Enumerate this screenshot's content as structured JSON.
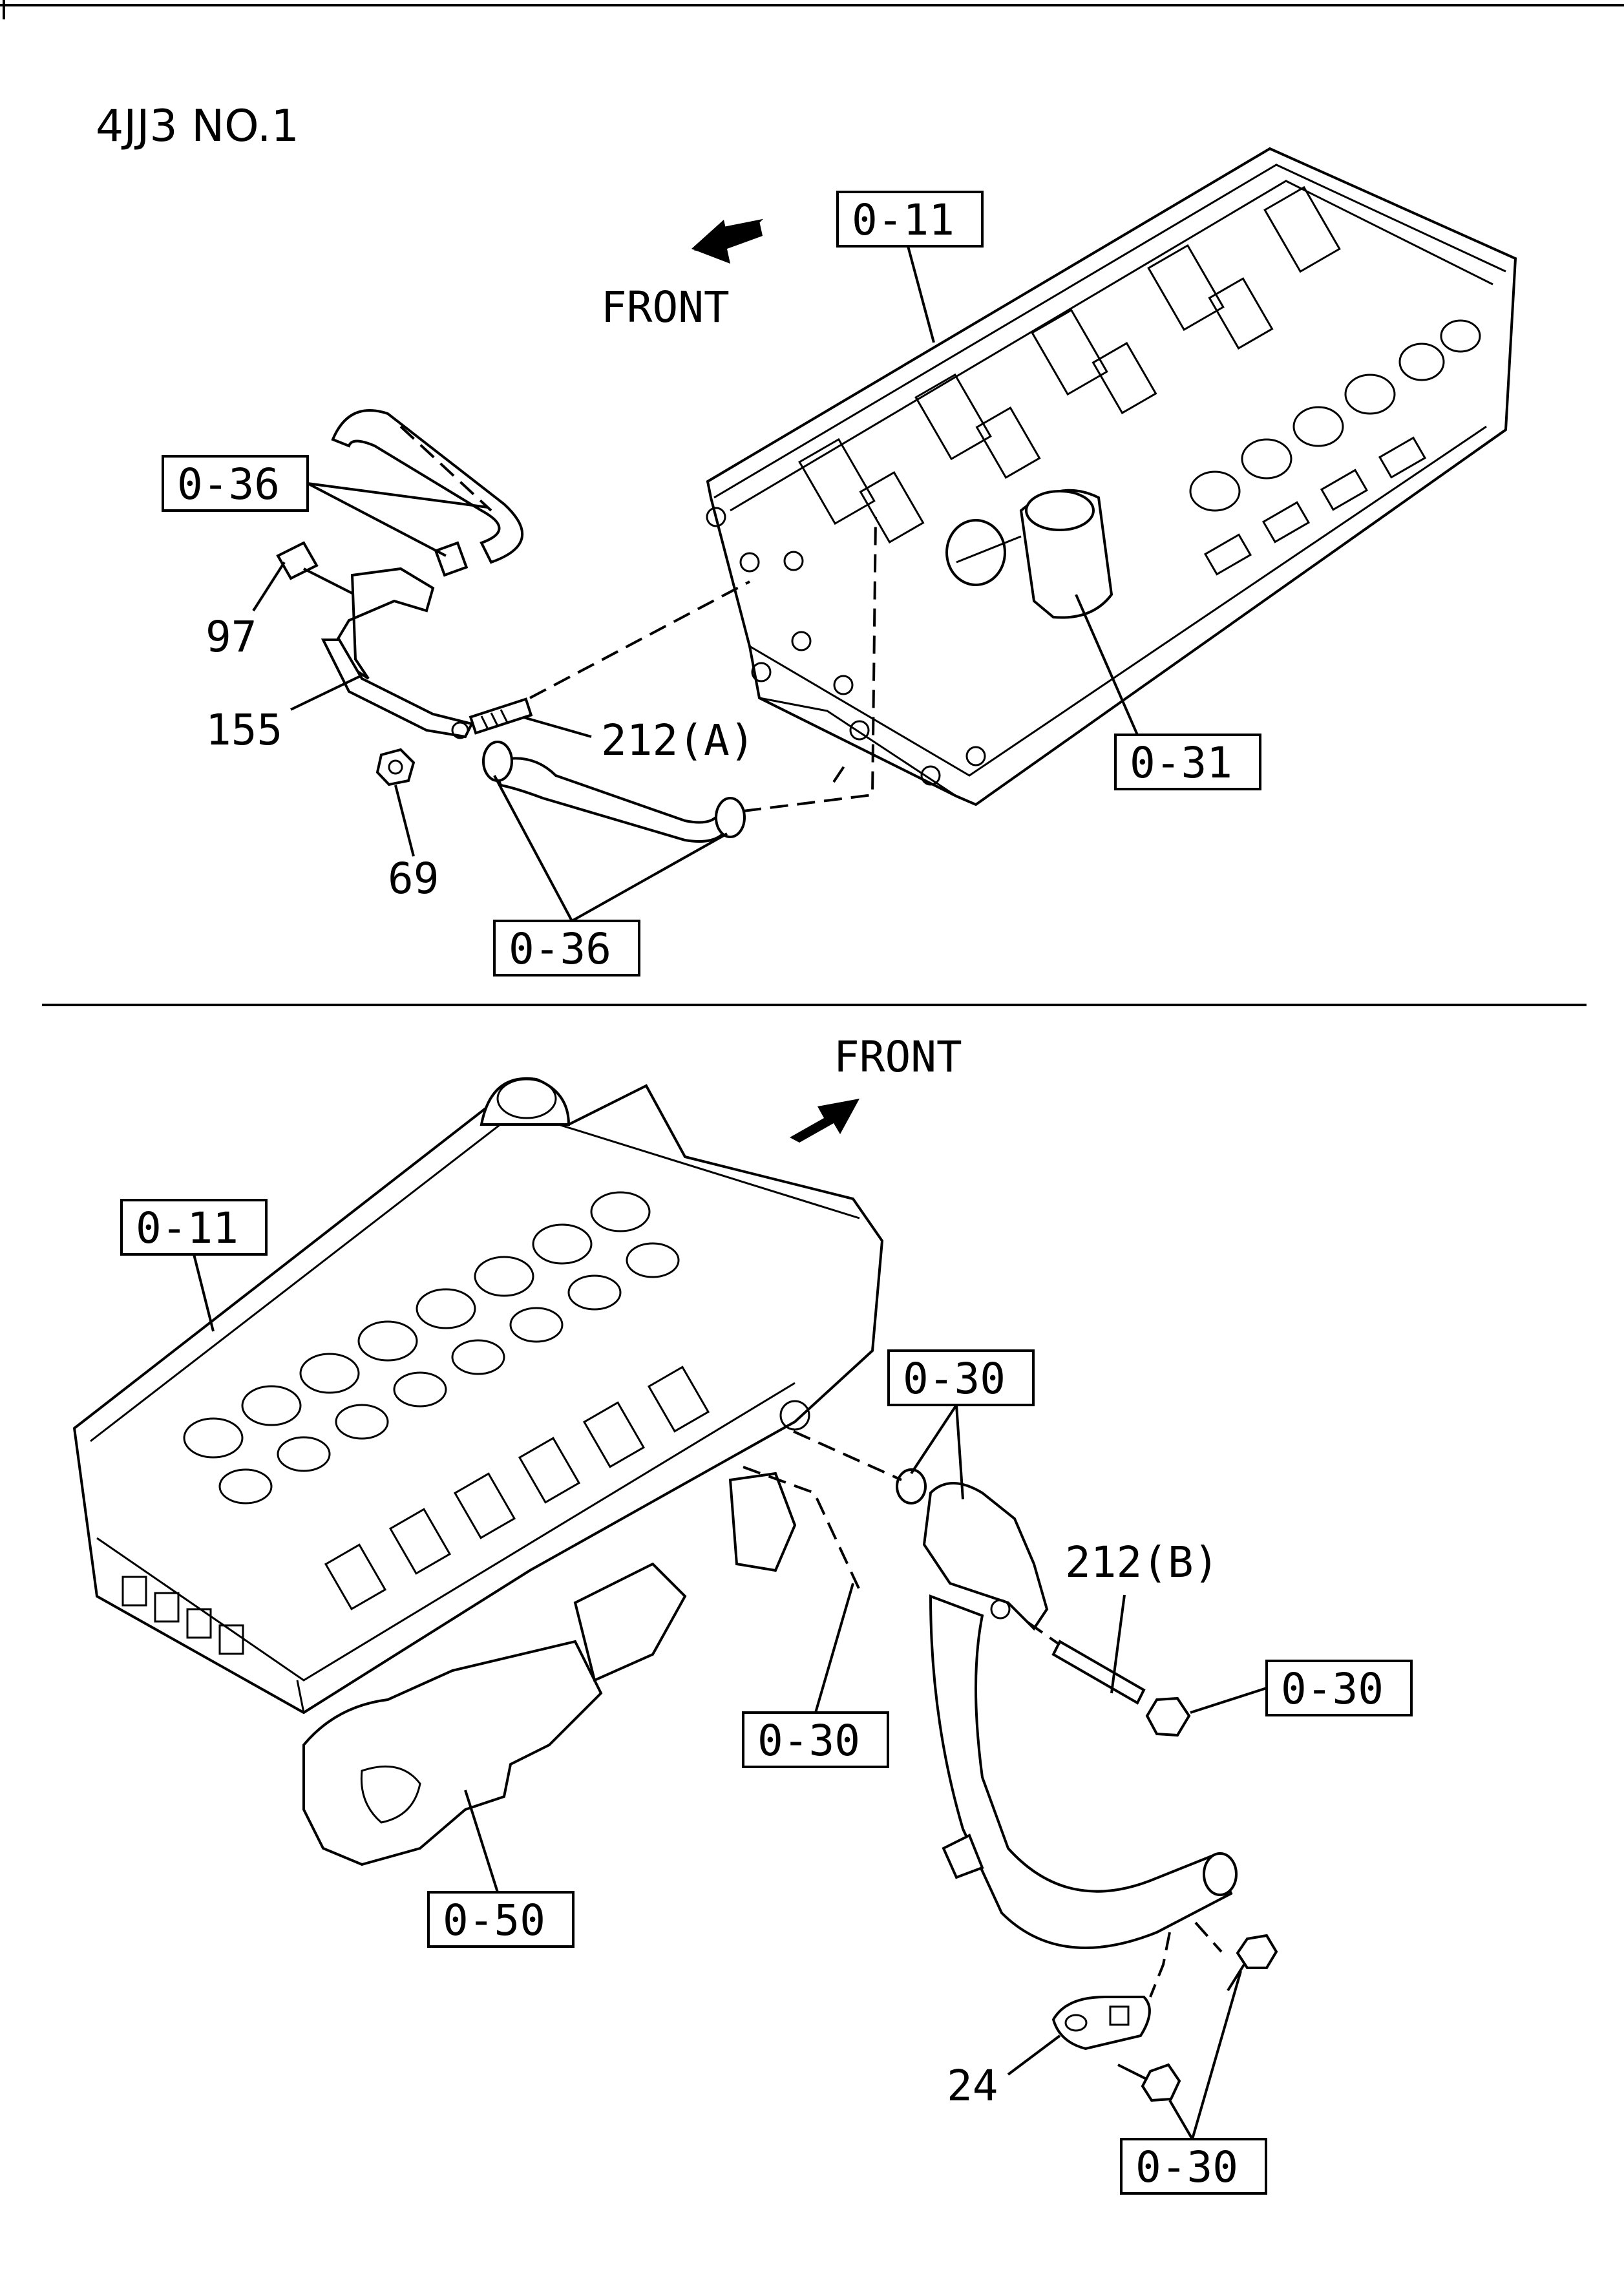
{
  "title": "4JJ3 NO.1",
  "top_view": {
    "direction_label": "FRONT",
    "callouts": {
      "head_ref": "0-11",
      "hose_ref_upper": "0-36",
      "outlet_ref": "0-31",
      "hose_ref_lower": "0-36",
      "bolt": "97",
      "bracket_pipe": "155",
      "stud_a": "212(A)",
      "nut": "69"
    }
  },
  "bottom_view": {
    "direction_label": "FRONT",
    "callouts": {
      "head_ref": "0-11",
      "oring_ref": "0-30",
      "stud_b": "212(B)",
      "nut_ref": "0-30",
      "gasket_ref": "0-30",
      "manifold_ref": "0-50",
      "plate": "24",
      "bolt_ref": "0-30"
    }
  }
}
